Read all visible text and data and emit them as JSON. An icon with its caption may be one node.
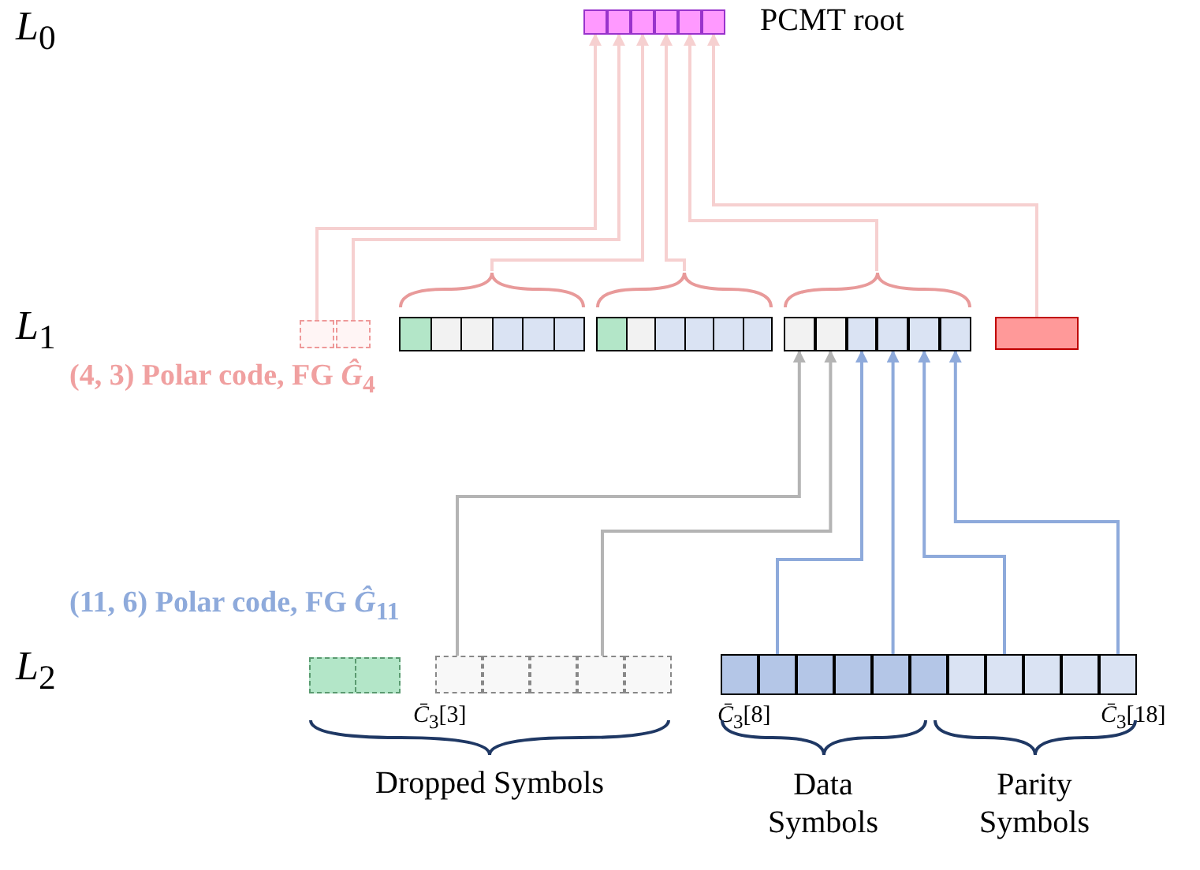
{
  "diagram": {
    "nodes": [
      {
        "text": [],
        "shape": "box"
      },
      {
        "text": [],
        "shape": "box"
      },
      {
        "text": [],
        "shape": "box"
      },
      {
        "text": [],
        "shape": "box"
      },
      {
        "text": [],
        "shape": "box"
      },
      {
        "text": [],
        "shape": "box"
      },
      {
        "text": [],
        "shape": "box"
      },
      {
        "text": [],
        "shape": "box"
      },
      {
        "text": [],
        "shape": "box"
      },
      {
        "text": [],
        "shape": "box"
      },
      {
        "text": [],
        "shape": "box"
      },
      {
        "text": [],
        "shape": "box"
      },
      {
        "text": [],
        "shape": "box",
        "in": 10
      },
      {
        "text": [],
        "shape": "box",
        "in": 10
      },
      {
        "text": [],
        "shape": "box",
        "in": 10
      },
      {
        "text": [],
        "shape": "box",
        "in": 10
      },
      {
        "text": [],
        "shape": "box",
        "in": 10
      },
      {
        "text": [],
        "shape": "box",
        "in": 10
      },
      {
        "text": [],
        "shape": "box"
      },
      {
        "text": [],
        "shape": "box",
        "beside": [
          "*C̄*$_{3}$[3]"
        ]
      },
      {
        "text": [],
        "shape": "box"
      },
      {
        "text": [],
        "shape": "box"
      },
      {
        "text": [],
        "shape": "box"
      },
      {
        "text": [],
        "shape": "box"
      },
      {
        "text": [],
        "shape": "box",
        "beside": [
          "*C̄*$_{3}$[8]"
        ]
      },
      {
        "text": [],
        "shape": "box"
      },
      {
        "text": [],
        "shape": "box"
      },
      {
        "text": [],
        "shape": "box"
      },
      {
        "text": [],
        "shape": "box"
      },
      {
        "text": [],
        "shape": "box"
      },
      {
        "text": [],
        "shape": "box"
      },
      {
        "text": [],
        "shape": "box"
      },
      {
        "text": [],
        "shape": "box"
      },
      {
        "text": [],
        "shape": "box"
      },
      {
        "text": [],
        "shape": "box",
        "beside": [
          "*C̄*$_{3}$[18]"
        ]
      }
    ],
    "edges": [
      {
        "from": 6,
        "to": 0,
        "arrow": "to"
      },
      {
        "from": 7,
        "to": 1,
        "arrow": "to"
      },
      {
        "from": 8,
        "to": 2,
        "arrow": "to"
      },
      {
        "from": 9,
        "to": 3,
        "arrow": "to"
      },
      {
        "from": 10,
        "to": 4,
        "arrow": "to"
      },
      {
        "from": 11,
        "to": 5,
        "arrow": "to"
      },
      {
        "from": 19,
        "to": 12,
        "arrow": "to",
        "color": "#b4b4b4"
      },
      {
        "from": 22,
        "to": 13,
        "arrow": "to",
        "color": "#b4b4b4"
      },
      {
        "from": 25,
        "to": 14,
        "arrow": "to",
        "color": "#8eaadb"
      },
      {
        "from": 28,
        "to": 15,
        "arrow": "to",
        "color": "#8eaadb"
      },
      {
        "from": 31,
        "to": 16,
        "arrow": "to",
        "color": "#8eaadb"
      },
      {
        "from": 34,
        "to": 17,
        "arrow": "to",
        "color": "#8eaadb"
      }
    ],
    "labels": [
      "*L*$_{0}$",
      "PCMT root",
      "*L*$_{1}$",
      "(4, 3) Polar code, FG *Ĝ*$_{4}$",
      "(11, 6) Polar code, FG *Ĝ*$_{11}$",
      "*L*$_{2}$",
      "Dropped Symbols",
      "Data Symbols",
      "Parity Symbols"
    ]
  }
}
